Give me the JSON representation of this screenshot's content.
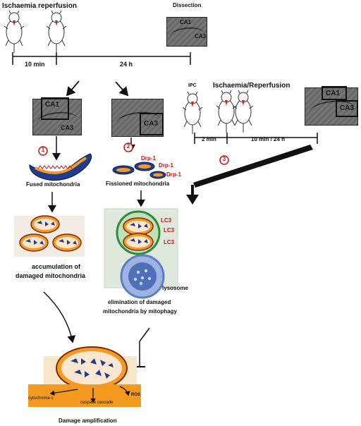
{
  "timeline1": {
    "ischaemia": "Ischaemia",
    "reperfusion": "reperfusion",
    "dissection": "Dissection",
    "dur1": "10 min",
    "dur2": "24 h"
  },
  "top_slice": {
    "ca1": "CA1",
    "ca3": "CA3"
  },
  "left_slice": {
    "ca1": "CA1",
    "ca3": "CA3"
  },
  "mid_slice": {
    "ca3": "CA3"
  },
  "right_slice": {
    "ca1": "CA1",
    "ca3": "CA3"
  },
  "ipc": {
    "ipc_label": "IPC",
    "ir_label": "Ischaemia/Reperfusion",
    "dur1": "2 min",
    "dur2": "10 min / 24 h"
  },
  "steps": {
    "s1": "1",
    "s2": "2",
    "s3": "3"
  },
  "fused": "Fused mitochondria",
  "fission": {
    "label": "Fissioned mitochondria",
    "drp1": "Drp-1",
    "drp2": "Drp-1",
    "drp3": "Drp-1"
  },
  "accumulation": {
    "line1": "accumulation of",
    "line2": "damaged mitochondria"
  },
  "mitophagy": {
    "lc3_1": "LC3",
    "lc3_2": "LC3",
    "lc3_3": "LC3",
    "lysosome": "lysosome",
    "line1": "elimination of damaged",
    "line2": "mitochondria by mitophagy"
  },
  "damage": {
    "cytochrome": "cytochrome c",
    "caspase": "caspase cascade",
    "ros": "ROS",
    "title": "Damage amplification"
  },
  "colors": {
    "red": "#d01010",
    "orange": "#f39a1e",
    "mito_blue": "#1f3d8c",
    "lc3_green": "#2e8b3a",
    "lysosome": "#5a7fc4"
  }
}
